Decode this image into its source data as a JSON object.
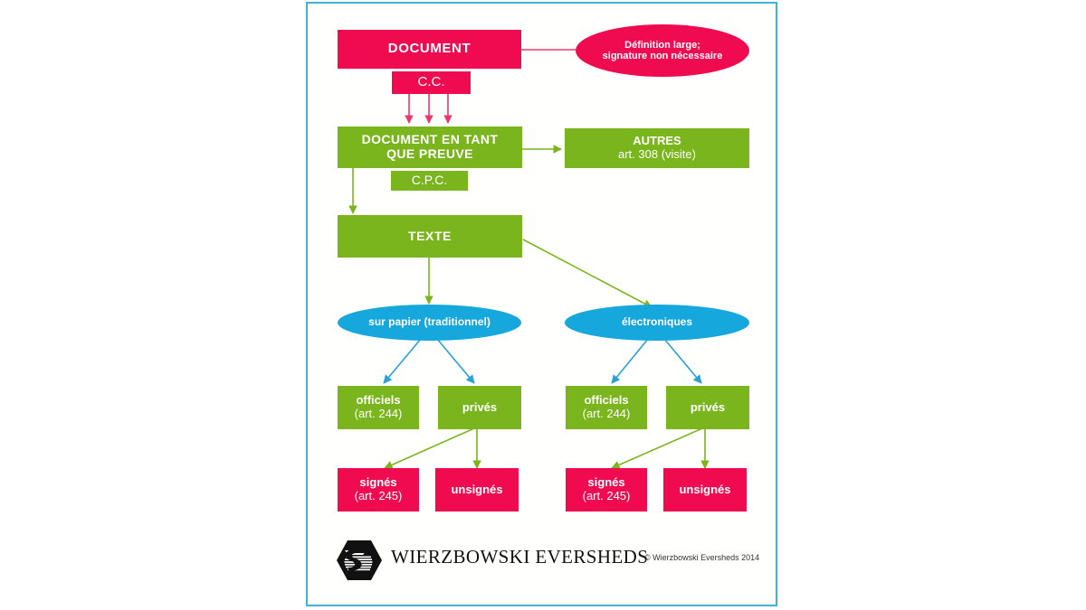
{
  "page": {
    "frame_color": "#3fb2d6",
    "background": "#ffffff"
  },
  "palette": {
    "pink": "#f00a50",
    "green": "#7ab51d",
    "blue": "#16a7dc",
    "frame": "#3fb2d6",
    "text_on_fill": "#ffffff"
  },
  "diagram": {
    "type": "flowchart",
    "nodes": {
      "document": {
        "label": "DOCUMENT",
        "shape": "box",
        "color": "#f0a50"
      },
      "cc_tag": {
        "label": "C.C.",
        "shape": "box",
        "color": "#f0a50"
      },
      "definition": {
        "line1": "Définition large;",
        "line2": "signature non nécessaire",
        "shape": "ellipse",
        "color": "#f0a50"
      },
      "document_preuve": {
        "line1": "DOCUMENT EN TANT",
        "line2": "QUE PREUVE",
        "shape": "box",
        "color": "#7ab51d"
      },
      "cpc_tag": {
        "label": "C.P.C.",
        "shape": "box",
        "color": "#7ab51d"
      },
      "autres": {
        "line1": "AUTRES",
        "line2": "art. 308 (visite)",
        "shape": "box",
        "color": "#7ab51d"
      },
      "texte": {
        "label": "TEXTE",
        "shape": "box",
        "color": "#7ab51d"
      },
      "papier": {
        "label": "sur papier (traditionnel)",
        "shape": "ellipse",
        "color": "#16a7dc"
      },
      "electroniques": {
        "label": "électroniques",
        "shape": "ellipse",
        "color": "#16a7dc"
      },
      "papier_officiels": {
        "line1": "officiels",
        "line2": "(art. 244)",
        "shape": "box",
        "color": "#7ab51d"
      },
      "papier_prives": {
        "label": "privés",
        "shape": "box",
        "color": "#7ab51d"
      },
      "papier_signes": {
        "line1": "signés",
        "line2": "(art. 245)",
        "shape": "box",
        "color": "#f0a50"
      },
      "papier_unsignes": {
        "label": "unsignés",
        "shape": "box",
        "color": "#f0a50"
      },
      "elec_officiels": {
        "line1": "officiels",
        "line2": "(art. 244)",
        "shape": "box",
        "color": "#7ab51d"
      },
      "elec_prives": {
        "label": "privés",
        "shape": "box",
        "color": "#7ab51d"
      },
      "elec_signes": {
        "line1": "signés",
        "line2": "(art. 245)",
        "shape": "box",
        "color": "#f0a50"
      },
      "elec_unsignes": {
        "label": "unsignés",
        "shape": "box",
        "color": "#f0a50"
      }
    }
  },
  "footer": {
    "wordmark": "WIERZBOWSKI EVERSHEDS",
    "copyright": "© Wierzbowski Eversheds 2014"
  }
}
